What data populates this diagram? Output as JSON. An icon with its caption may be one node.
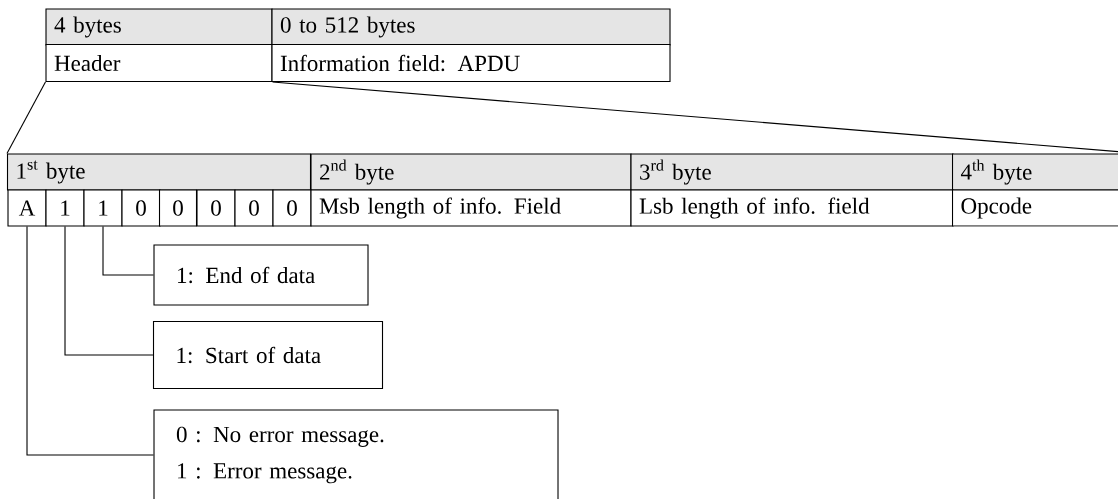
{
  "diagram": {
    "nodes": [
      {
        "text": [
          "4 bytes"
        ]
      },
      {
        "text": [
          "0 to 512 bytes"
        ]
      },
      {
        "text": [
          "Header"
        ]
      },
      {
        "text": [
          "Information field: APDU"
        ]
      },
      {
        "text": [
          "1$^{st}$ byte"
        ]
      },
      {
        "text": [
          "2$^{nd}$ byte"
        ]
      },
      {
        "text": [
          "3$^{rd}$ byte"
        ]
      },
      {
        "text": [
          "4$^{th}$ byte"
        ]
      },
      {
        "text": [
          "A"
        ]
      },
      {
        "text": [
          "1"
        ]
      },
      {
        "text": [
          "1"
        ]
      },
      {
        "text": [
          "0"
        ]
      },
      {
        "text": [
          "0"
        ]
      },
      {
        "text": [
          "0"
        ]
      },
      {
        "text": [
          "0"
        ]
      },
      {
        "text": [
          "0"
        ]
      },
      {
        "text": [
          "Msb length of info. Field"
        ]
      },
      {
        "text": [
          "Lsb length of info. field"
        ]
      },
      {
        "text": [
          "Opcode"
        ]
      },
      {
        "text": [
          "1: End of data"
        ]
      },
      {
        "text": [
          "1: Start of data"
        ]
      },
      {
        "text": [
          "0 : No error message.",
          "1 : Error message."
        ]
      }
    ],
    "edges": [
      {
        "from": 2,
        "to": 4,
        "arrow": "none"
      },
      {
        "from": 2,
        "to": 7,
        "arrow": "none"
      },
      {
        "from": 10,
        "to": 19,
        "arrow": "none"
      },
      {
        "from": 9,
        "to": 20,
        "arrow": "none"
      },
      {
        "from": 8,
        "to": 21,
        "arrow": "none"
      }
    ]
  }
}
